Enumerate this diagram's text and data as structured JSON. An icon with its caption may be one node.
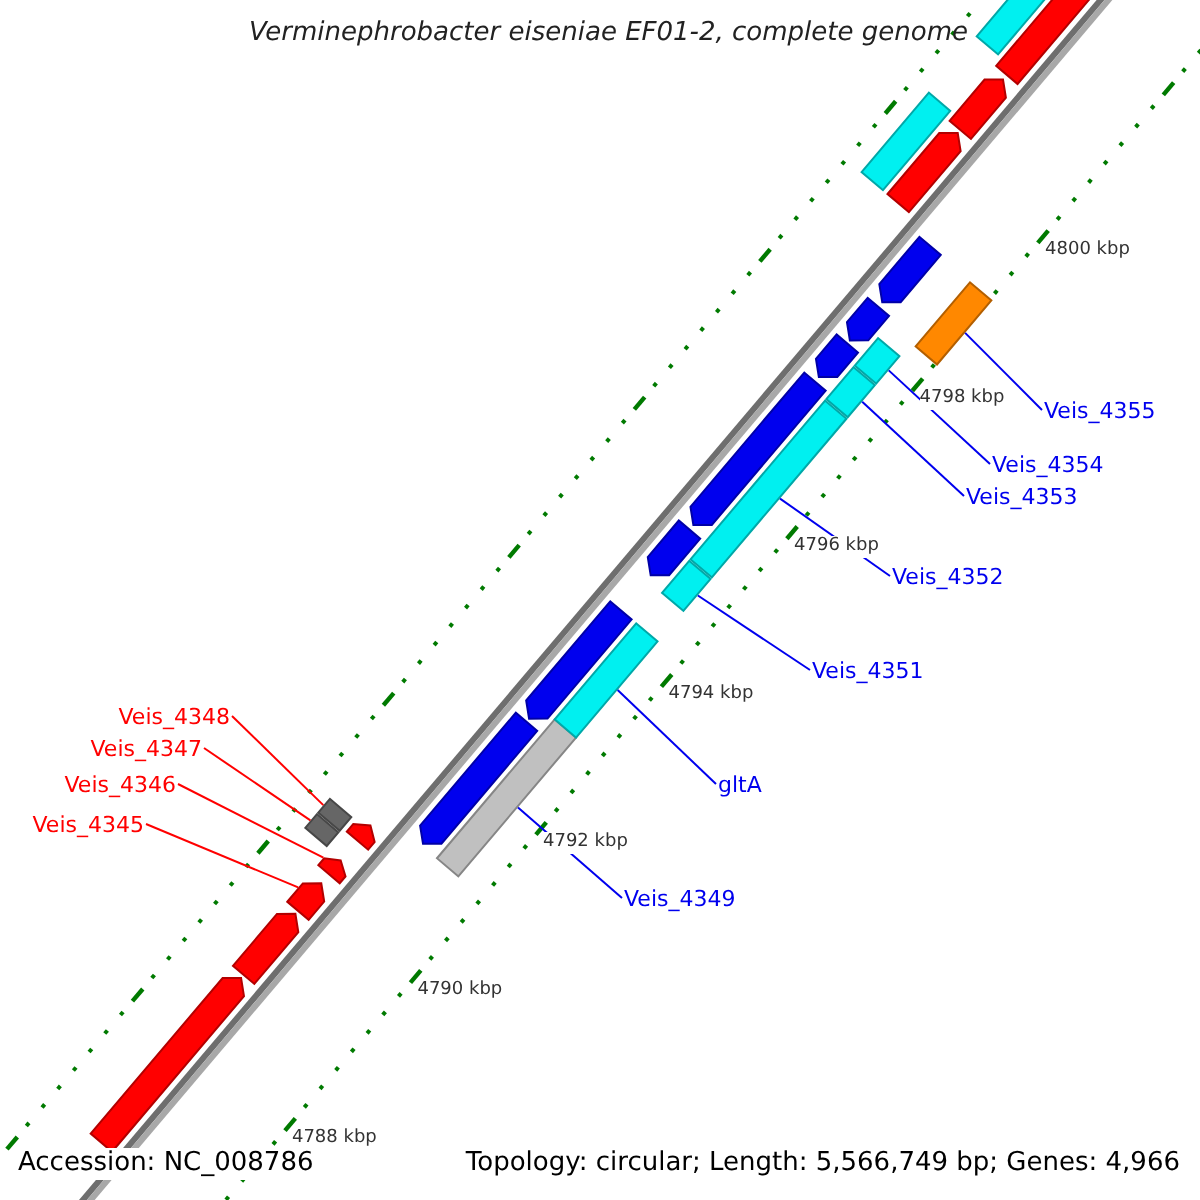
{
  "diagram": {
    "title": "Verminephrobacter eiseniae EF01-2, complete genome",
    "nodes": [
      {
        "text": [
          "Veis_4348"
        ]
      },
      {
        "text": [
          "Veis_4347"
        ]
      },
      {
        "text": [
          "Veis_4346"
        ]
      },
      {
        "text": [
          "Veis_4345"
        ]
      },
      {
        "text": [
          "Veis_4349"
        ]
      },
      {
        "text": [
          "gltA"
        ]
      },
      {
        "text": [
          "Veis_4351"
        ]
      },
      {
        "text": [
          "Veis_4352"
        ]
      },
      {
        "text": [
          "Veis_4353"
        ]
      },
      {
        "text": [
          "Veis_4354"
        ]
      },
      {
        "text": [
          "Veis_4355"
        ]
      },
      {
        "text": [],
        "shape": "bar"
      },
      {
        "text": [],
        "shape": "bar"
      },
      {
        "text": [],
        "shape": "bar"
      },
      {
        "text": [],
        "shape": "bar"
      },
      {
        "text": [],
        "shape": "bar"
      },
      {
        "text": [],
        "shape": "bar"
      },
      {
        "text": [],
        "shape": "bar"
      },
      {
        "text": [],
        "shape": "bar"
      },
      {
        "text": [],
        "shape": "bar"
      },
      {
        "text": [],
        "shape": "bar"
      },
      {
        "text": [],
        "shape": "bar"
      },
      {
        "text": [],
        "shape": "bar"
      },
      {
        "text": [],
        "shape": "bar"
      },
      {
        "text": [],
        "shape": "bar"
      },
      {
        "text": [],
        "shape": "bar"
      },
      {
        "text": [],
        "shape": "bar"
      },
      {
        "text": [],
        "shape": "bar"
      },
      {
        "text": [],
        "shape": "bar"
      },
      {
        "text": [],
        "shape": "bar"
      },
      {
        "text": [],
        "shape": "bar"
      },
      {
        "text": [],
        "shape": "bar"
      },
      {
        "text": [],
        "shape": "bar"
      },
      {
        "text": [],
        "shape": "bar"
      },
      {
        "text": [],
        "shape": "bar"
      },
      {
        "text": [],
        "shape": "bar"
      },
      {
        "text": [],
        "shape": "bar"
      }
    ],
    "edges": [
      {
        "from": 0,
        "to": 14,
        "arrow": "none",
        "color": "#ff0000"
      },
      {
        "from": 1,
        "to": 13,
        "arrow": "none",
        "color": "#ff0000"
      },
      {
        "from": 2,
        "to": 12,
        "arrow": "none",
        "color": "#ff0000"
      },
      {
        "from": 3,
        "to": 11,
        "arrow": "none",
        "color": "#ff0000"
      },
      {
        "from": 4,
        "to": 15,
        "arrow": "none"
      },
      {
        "from": 5,
        "to": 16,
        "arrow": "none"
      },
      {
        "from": 6,
        "to": 17,
        "arrow": "none"
      },
      {
        "from": 7,
        "to": 18,
        "arrow": "none"
      },
      {
        "from": 8,
        "to": 19,
        "arrow": "none"
      },
      {
        "from": 9,
        "to": 20,
        "arrow": "none"
      },
      {
        "from": 10,
        "to": 21,
        "arrow": "none"
      }
    ],
    "labels": [
      "4800 kbp",
      "4798 kbp",
      "4796 kbp",
      "4794 kbp",
      "4792 kbp",
      "4790 kbp",
      "4788 kbp",
      "Accession: NC_008786",
      "Topology: circular; Length: 5,566,749 bp; Genes: 4,966"
    ]
  }
}
